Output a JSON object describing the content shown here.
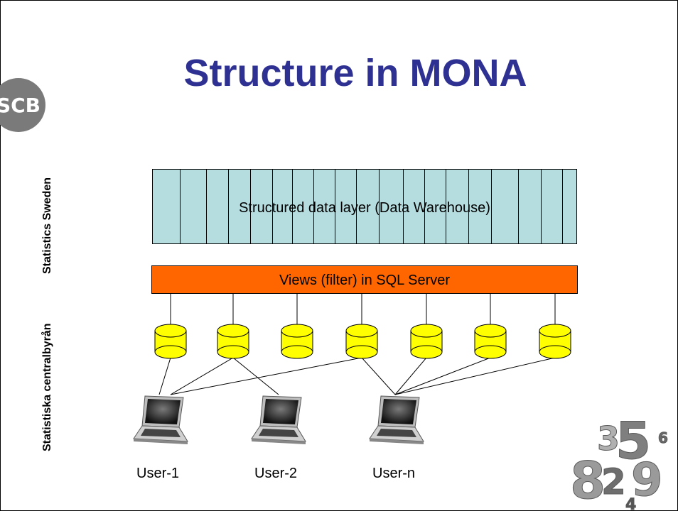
{
  "title": "Structure in MONA",
  "side_labels": {
    "statistics_sweden": "Statistics Sweden",
    "statistiska_centralbyran": "Statistiska centralbyrån"
  },
  "logo": {
    "text": "SCB",
    "color": "#7a7a7a"
  },
  "data_layer": {
    "label": "Structured data layer (Data Warehouse)",
    "color": "#b5dde0"
  },
  "views_layer": {
    "label": "Views (filter) in SQL Server",
    "color": "#ff6600"
  },
  "databases": {
    "count": 7,
    "color": "#ffff00"
  },
  "users": [
    {
      "label": "User-1"
    },
    {
      "label": "User-2"
    },
    {
      "label": "User-n"
    }
  ],
  "title_color": "#2e3192",
  "decor_numbers": "83529"
}
